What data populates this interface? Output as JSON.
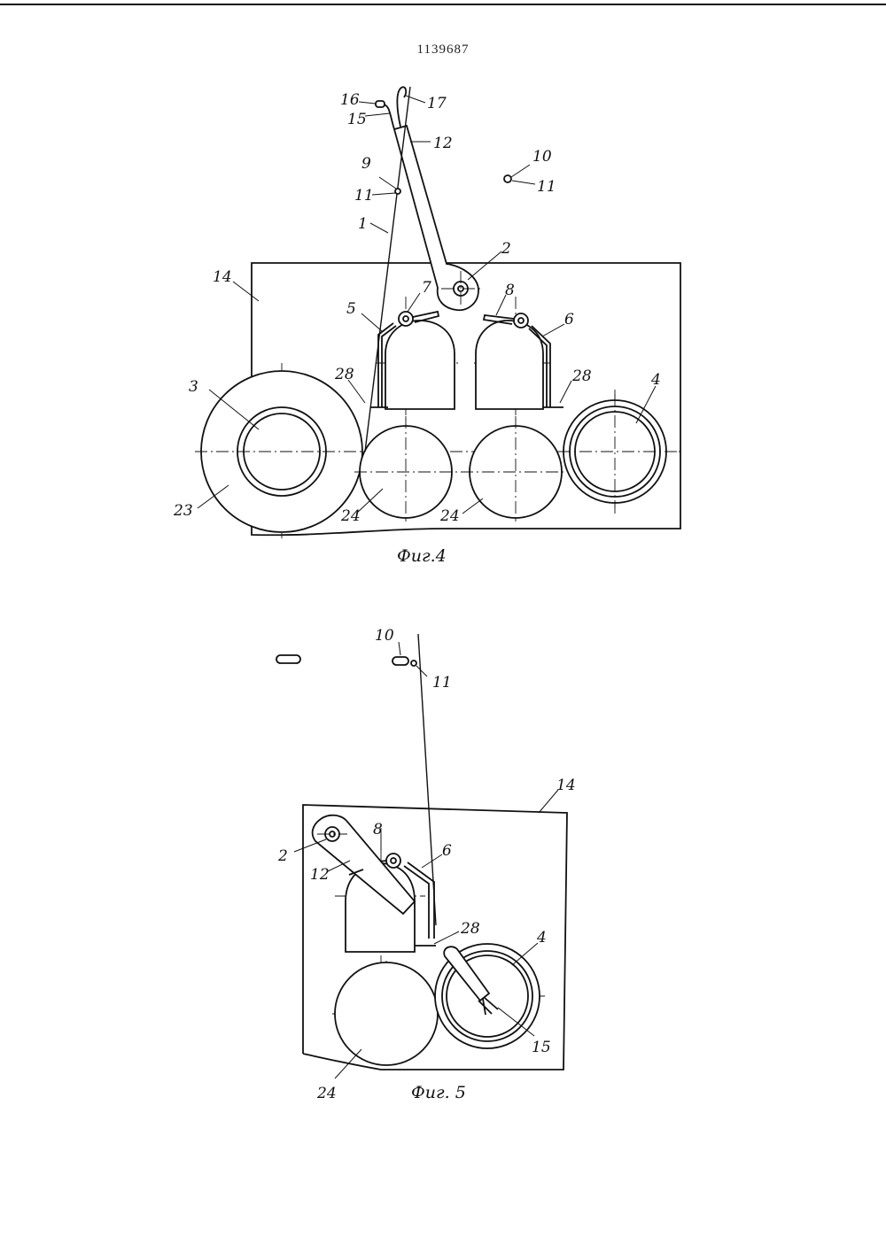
{
  "document": {
    "number": "1139687"
  },
  "fig4": {
    "caption": "Фиг.4",
    "labels": {
      "l16": "16",
      "l17": "17",
      "l15": "15",
      "l12": "12",
      "l9": "9",
      "l11a": "11",
      "l1": "1",
      "l10": "10",
      "l11b": "11",
      "l2": "2",
      "l14": "14",
      "l7": "7",
      "l8": "8",
      "l5": "5",
      "l6": "6",
      "l28a": "28",
      "l28b": "28",
      "l3": "3",
      "l4": "4",
      "l23": "23",
      "l24a": "24",
      "l24b": "24"
    }
  },
  "fig5": {
    "caption": "Фиг. 5",
    "labels": {
      "l10": "10",
      "l11": "11",
      "l14": "14",
      "l8": "8",
      "l2": "2",
      "l6": "6",
      "l12": "12",
      "l28": "28",
      "l4": "4",
      "l15": "15",
      "l24": "24"
    }
  }
}
